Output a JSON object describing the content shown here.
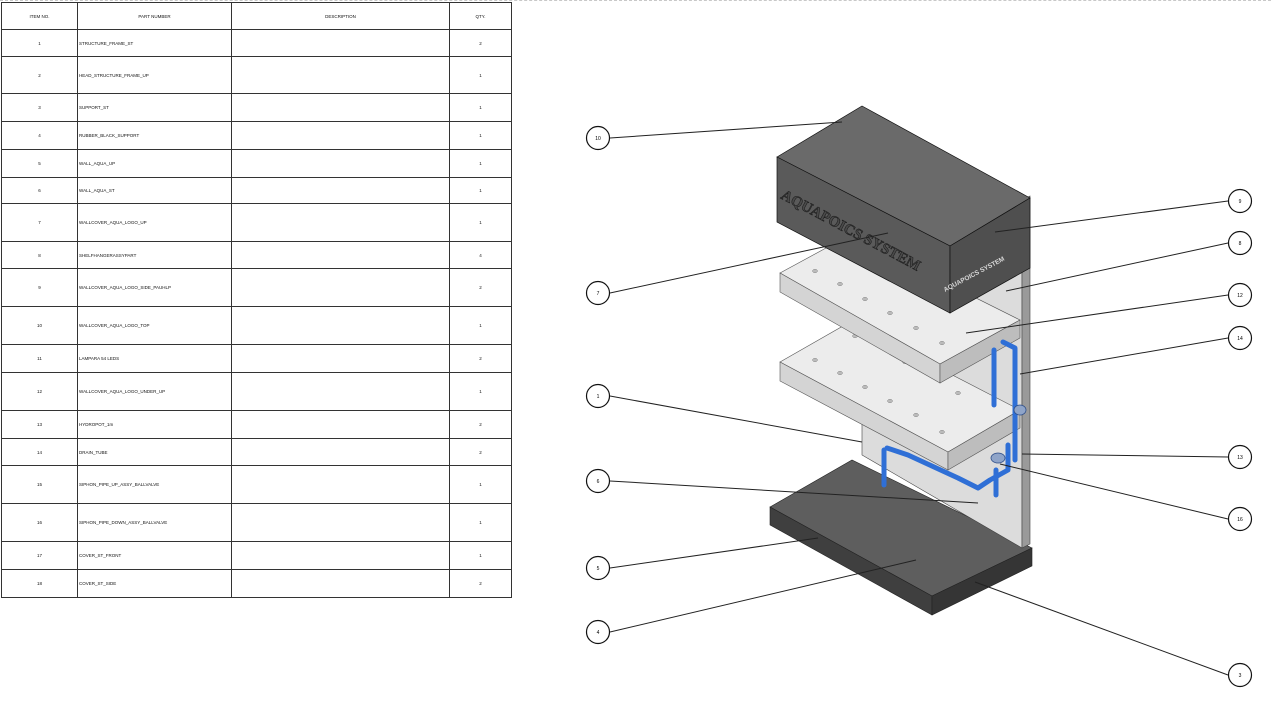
{
  "bom": {
    "headers": {
      "item_no": "ITEM NO.",
      "part_number": "PART NUMBER",
      "description": "DESCRIPTION",
      "qty": "QTY."
    },
    "rows": [
      {
        "item": "1",
        "part": "STRUCTURE_FRAME_ST",
        "description": "",
        "qty": "2"
      },
      {
        "item": "2",
        "part": "HEAD_STRUCTURE_FRAME_UP",
        "description": "",
        "qty": "1"
      },
      {
        "item": "3",
        "part": "SUPPORT_ST",
        "description": "",
        "qty": "1"
      },
      {
        "item": "4",
        "part": "RUBBER_BLACK_SUPPORT",
        "description": "",
        "qty": "1"
      },
      {
        "item": "5",
        "part": "WALL_AQUA_UP",
        "description": "",
        "qty": "1"
      },
      {
        "item": "6",
        "part": "WALL_AQUA_ST",
        "description": "",
        "qty": "1"
      },
      {
        "item": "7",
        "part": "WALLCOVER_AQUA_LOGO_UP",
        "description": "",
        "qty": "1"
      },
      {
        "item": "8",
        "part": "SHELFHANGERASSYPART",
        "description": "",
        "qty": "4"
      },
      {
        "item": "9",
        "part": "WALLCOVER_AQUA_LOGO_SIDE_PAUHLP",
        "description": "",
        "qty": "2"
      },
      {
        "item": "10",
        "part": "WALLCOVER_AQUA_LOGO_TOP",
        "description": "",
        "qty": "1"
      },
      {
        "item": "11",
        "part": "LAMPARA 54 LEDS",
        "description": "",
        "qty": "2"
      },
      {
        "item": "12",
        "part": "WALLCOVER_AQUA_LOGO_UNDER_UP",
        "description": "",
        "qty": "1"
      },
      {
        "item": "13",
        "part": "HYDROPOT_1m",
        "description": "",
        "qty": "2"
      },
      {
        "item": "14",
        "part": "DRAIN_TUBE",
        "description": "",
        "qty": "2"
      },
      {
        "item": "15",
        "part": "SIPHON_PIPE_UP_ASSY_BALLVALVE",
        "description": "",
        "qty": "1"
      },
      {
        "item": "16",
        "part": "SIPHON_PIPE_DOWN_ASSY_BALLVALVE",
        "description": "",
        "qty": "1"
      },
      {
        "item": "17",
        "part": "COVER_ST_FRONT",
        "description": "",
        "qty": "1"
      },
      {
        "item": "18",
        "part": "COVER_ST_SIDE",
        "description": "",
        "qty": "2"
      }
    ]
  },
  "drawing": {
    "logo_front": "AQUAPOICS SYSTEM",
    "logo_side": "AQUAPOICS SYSTEM",
    "callouts": [
      "10",
      "7",
      "1",
      "6",
      "5",
      "4",
      "9",
      "8",
      "12",
      "14",
      "13",
      "16",
      "3"
    ],
    "colors": {
      "top_box": "#5a5a5a",
      "top_box_top": "#6a6a6a",
      "back_panel": "#dcdcdc",
      "back_panel_side": "#9a9a9a",
      "shelf": "#ececec",
      "base": "#474747",
      "base_top": "#5e5e5e",
      "pipe": "#2f6fd6"
    }
  }
}
